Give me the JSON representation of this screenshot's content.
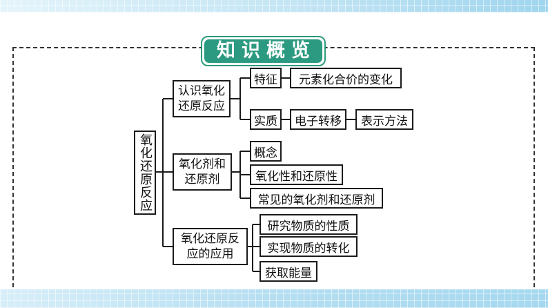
{
  "title": "知识概览",
  "root": "氧化还原反应",
  "branches": [
    {
      "label": "认识氧化还原反应",
      "lines": [
        "认识氧化",
        "还原反应"
      ],
      "children": [
        {
          "label": "特征",
          "next": [
            "元素化合价的变化"
          ]
        },
        {
          "label": "实质",
          "next": [
            "电子转移",
            "表示方法"
          ]
        }
      ]
    },
    {
      "label": "氧化剂和还原剂",
      "lines": [
        "氧化剂和",
        "还原剂"
      ],
      "children": [
        {
          "label": "概念"
        },
        {
          "label": "氧化性和还原性"
        },
        {
          "label": "常见的氧化剂和还原剂"
        }
      ]
    },
    {
      "label": "氧化还原反应的应用",
      "lines": [
        "氧化还原反",
        "应的应用"
      ],
      "children": [
        {
          "label": "研究物质的性质"
        },
        {
          "label": "实现物质的转化"
        },
        {
          "label": "获取能量"
        }
      ]
    }
  ]
}
